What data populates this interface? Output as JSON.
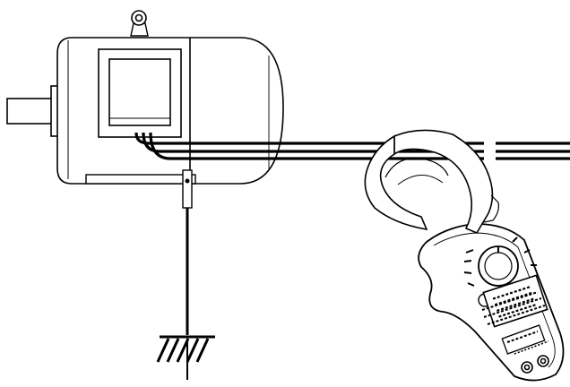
{
  "diagram": {
    "stroke_color": "#000000",
    "fill_color": "#ffffff",
    "parts": [
      "motor",
      "lifting-eye",
      "shaft",
      "terminal-box",
      "cable",
      "ground-wire",
      "ground-symbol",
      "clamp-meter",
      "clamp-jaw",
      "rotary-dial",
      "meter-display",
      "input-jacks"
    ]
  }
}
